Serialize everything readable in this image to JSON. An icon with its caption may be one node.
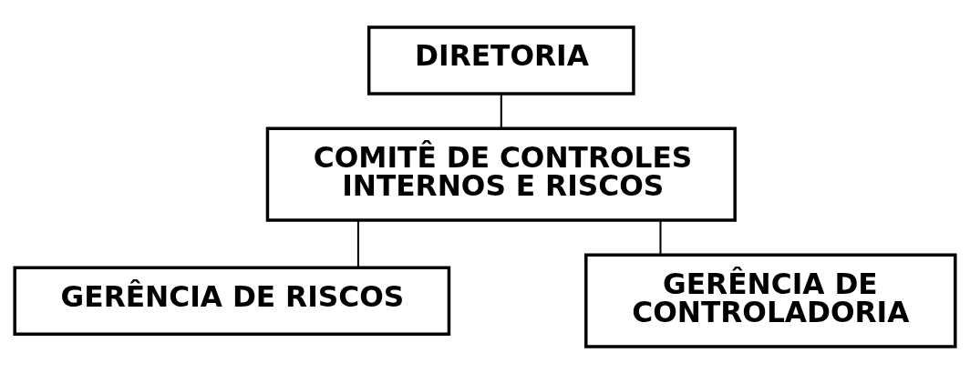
{
  "diagram": {
    "nodes": [
      {
        "text": [
          "DIRETORIA"
        ]
      },
      {
        "text": [
          "COMITÊ DE CONTROLES INTERNOS E RISCOS"
        ]
      },
      {
        "text": [
          "GERÊNCIA DE RISCOS"
        ]
      },
      {
        "text": [
          "GERÊNCIA DE CONTROLADORIA"
        ]
      }
    ],
    "edges": [
      {
        "from": 0,
        "to": 1,
        "arrow": "none"
      },
      {
        "from": 1,
        "to": 2,
        "arrow": "none"
      },
      {
        "from": 1,
        "to": 3,
        "arrow": "none"
      }
    ]
  }
}
